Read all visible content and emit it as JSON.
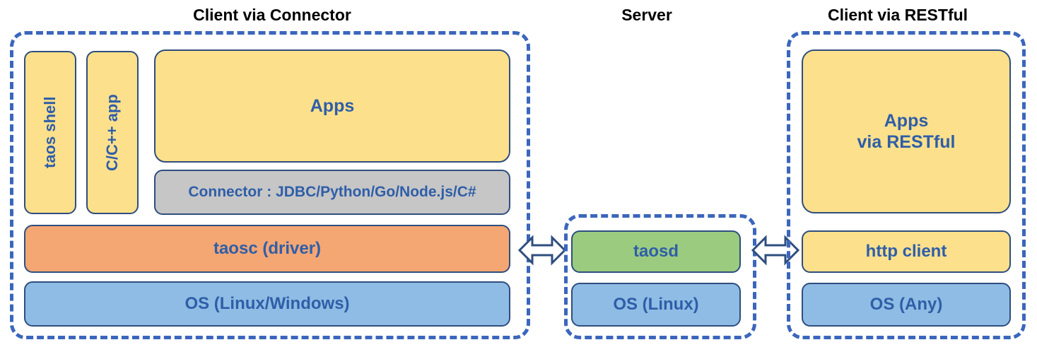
{
  "diagram": {
    "title_client_connector": "Client via Connector",
    "title_server": "Server",
    "title_client_restful": "Client via RESTful",
    "colors": {
      "dashed_border": "#3B66BC",
      "node_stroke": "#2E4E7E",
      "text_blue": "#2F5EA8",
      "yellow": "#FCE08C",
      "orange": "#F4A673",
      "blue": "#8FBCE4",
      "green": "#9BCB7F",
      "gray": "#C6C6C6"
    }
  },
  "client_connector": {
    "taos_shell": "taos shell",
    "c_cpp_app": "C/C++ app",
    "apps": "Apps",
    "connector": "Connector : JDBC/Python/Go/Node.js/C#",
    "taosc_driver": "taosc (driver)",
    "os": "OS (Linux/Windows)"
  },
  "server": {
    "taosd": "taosd",
    "os": "OS (Linux)"
  },
  "client_restful": {
    "apps_line1": "Apps",
    "apps_line2": "via RESTful",
    "http_client": "http client",
    "os": "OS (Any)"
  },
  "arrows": {
    "left_arrow_label": "bidirectional-arrow",
    "right_arrow_label": "bidirectional-arrow"
  }
}
